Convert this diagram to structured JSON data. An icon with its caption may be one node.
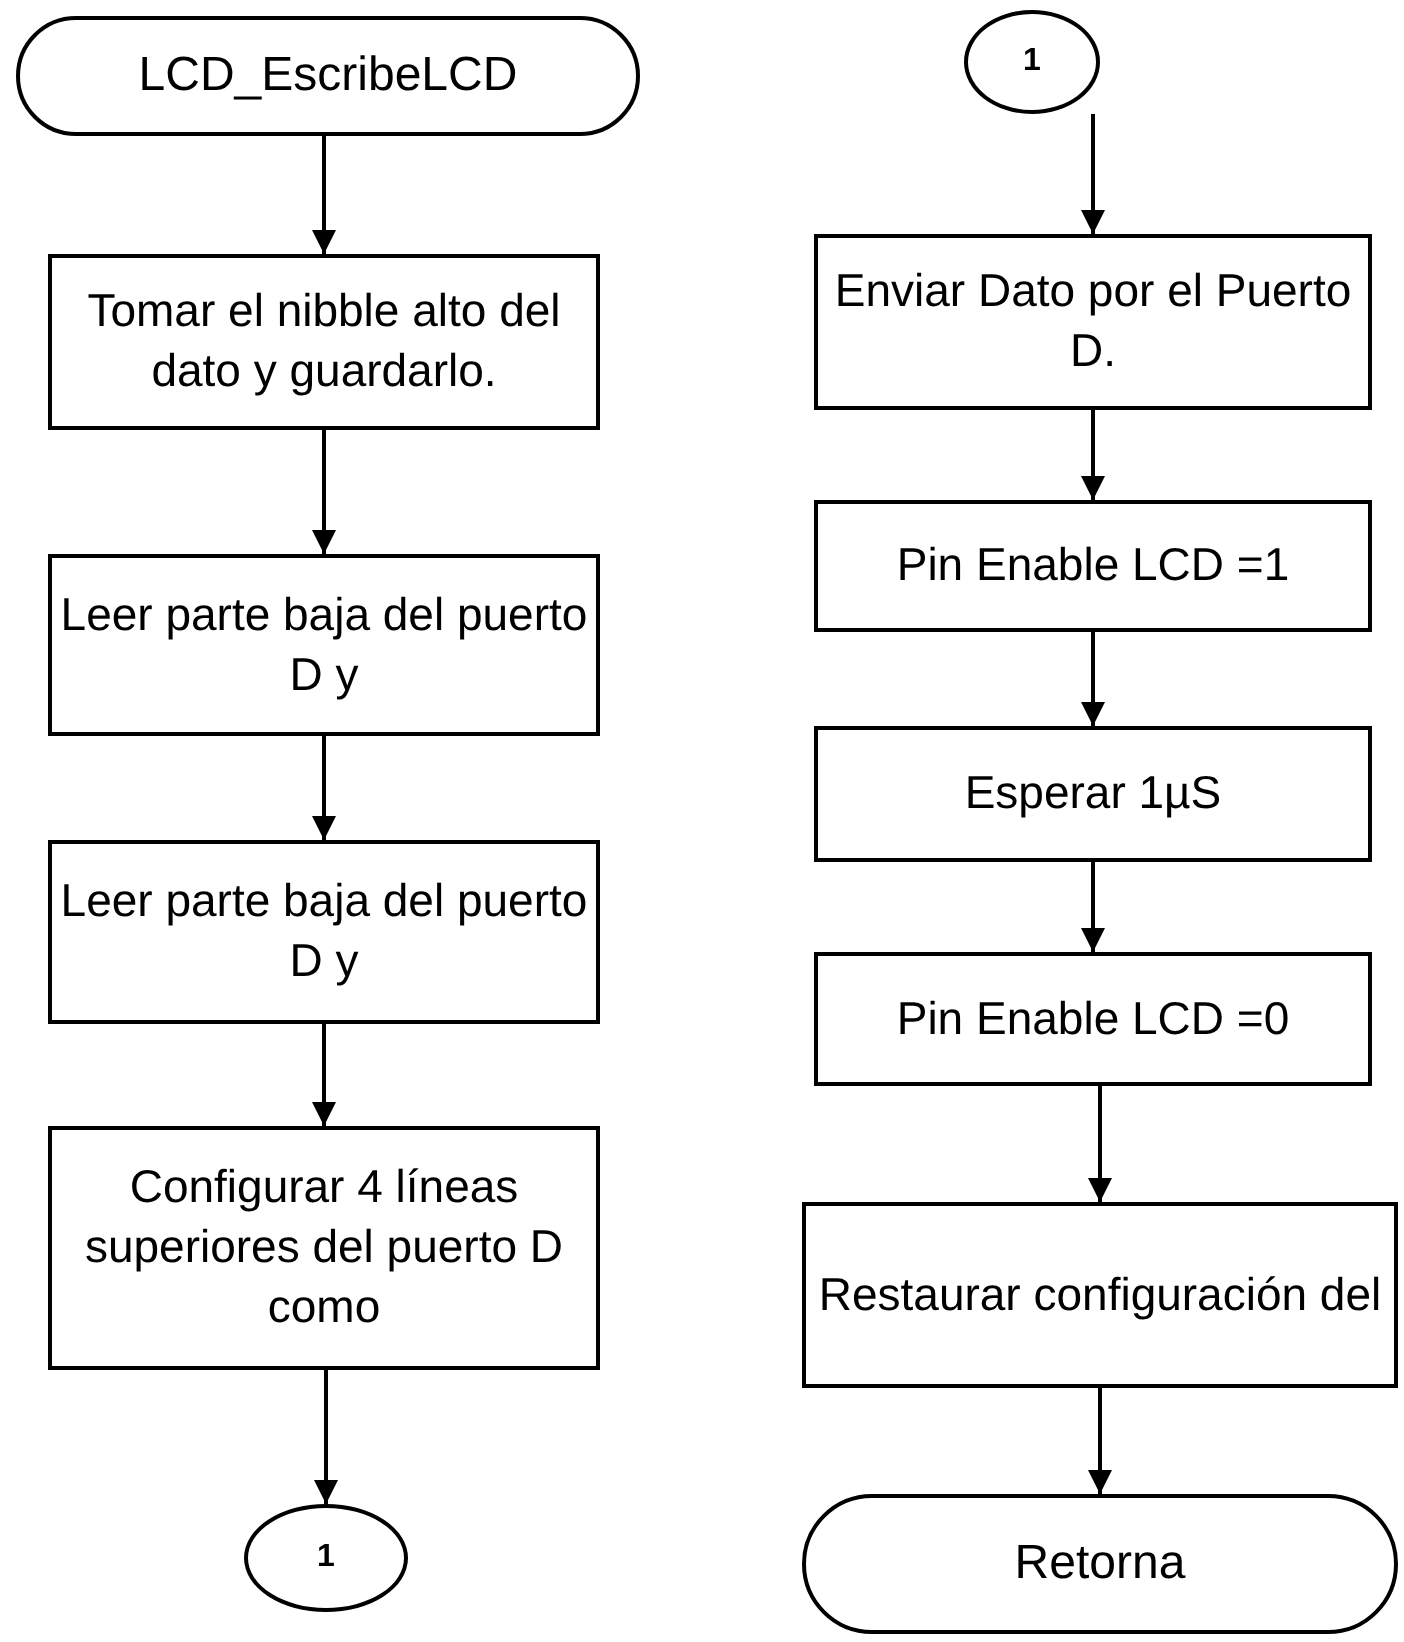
{
  "diagram": {
    "nodes": [
      {
        "text": [
          "LCD_EscribeLCD"
        ]
      },
      {
        "text": [
          "Tomar el nibble alto del dato y guardarlo."
        ]
      },
      {
        "text": [
          "Leer parte baja del puerto D y"
        ]
      },
      {
        "text": [
          "Leer parte baja del puerto D y"
        ]
      },
      {
        "text": [
          "Configurar 4 líneas superiores del puerto D como"
        ]
      },
      {
        "text": [
          "1"
        ]
      },
      {
        "text": [
          "1"
        ]
      },
      {
        "text": [
          "Enviar Dato por el Puerto D."
        ]
      },
      {
        "text": [
          "Pin Enable LCD =1"
        ]
      },
      {
        "text": [
          "Esperar 1µS"
        ]
      },
      {
        "text": [
          "Pin Enable LCD =0"
        ]
      },
      {
        "text": [
          "Restaurar configuración del"
        ]
      },
      {
        "text": [
          "Retorna"
        ]
      }
    ],
    "edges": [
      {
        "from": 0,
        "to": 1,
        "arrow": "to"
      },
      {
        "from": 1,
        "to": 2,
        "arrow": "to"
      },
      {
        "from": 2,
        "to": 3,
        "arrow": "to"
      },
      {
        "from": 3,
        "to": 4,
        "arrow": "to"
      },
      {
        "from": 4,
        "to": 5,
        "arrow": "to"
      },
      {
        "from": 6,
        "to": 7,
        "arrow": "to"
      },
      {
        "from": 7,
        "to": 8,
        "arrow": "to"
      },
      {
        "from": 8,
        "to": 9,
        "arrow": "to"
      },
      {
        "from": 9,
        "to": 10,
        "arrow": "to"
      },
      {
        "from": 10,
        "to": 11,
        "arrow": "to"
      },
      {
        "from": 11,
        "to": 12,
        "arrow": "to"
      }
    ]
  }
}
